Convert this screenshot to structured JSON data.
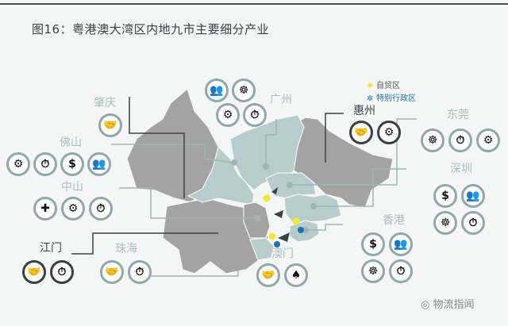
{
  "title": "图16：粤港澳大湾区内地九市主要细分产业",
  "legend": {
    "ftz": "自贸区",
    "sar": "特别行政区",
    "ftz_color": "#f5e92a",
    "sar_color": "#1d6fbf"
  },
  "cities": {
    "zhaoqing": {
      "label": "肇庆",
      "icons": [
        "handshake-icon"
      ]
    },
    "guangzhou": {
      "label": "广州",
      "icons": [
        "team-icon",
        "brain-gears-icon",
        "robot-arm-icon",
        "logistics-icon"
      ]
    },
    "huizhou": {
      "label": "惠州",
      "icons": [
        "handshake-icon",
        "robot-arm-icon"
      ]
    },
    "dongguan": {
      "label": "东莞",
      "icons": [
        "brain-gears-icon",
        "logistics-icon",
        "robot-arm-icon"
      ]
    },
    "foshan": {
      "label": "佛山",
      "icons": [
        "robot-arm-icon",
        "logistics-icon",
        "finance-icon",
        "team-icon"
      ]
    },
    "zhongshan": {
      "label": "中山",
      "icons": [
        "medicine-icon",
        "robot-arm-icon",
        "logistics-icon"
      ]
    },
    "shenzhen": {
      "label": "深圳",
      "icons": [
        "finance-icon",
        "team-icon",
        "brain-gears-icon",
        "logistics-icon"
      ]
    },
    "hongkong": {
      "label": "香港",
      "icons": [
        "finance-icon",
        "team-icon",
        "brain-gears-icon",
        "logistics-icon"
      ]
    },
    "jiangmen": {
      "label": "江门",
      "icons": [
        "handshake-icon",
        "logistics-icon"
      ]
    },
    "zhuhai": {
      "label": "珠海",
      "icons": [
        "handshake-icon",
        "logistics-icon"
      ]
    },
    "macau": {
      "label": "澳门",
      "icons": [
        "handshake-icon",
        "casino-cards-icon"
      ]
    }
  },
  "watermark": "物流指闻"
}
